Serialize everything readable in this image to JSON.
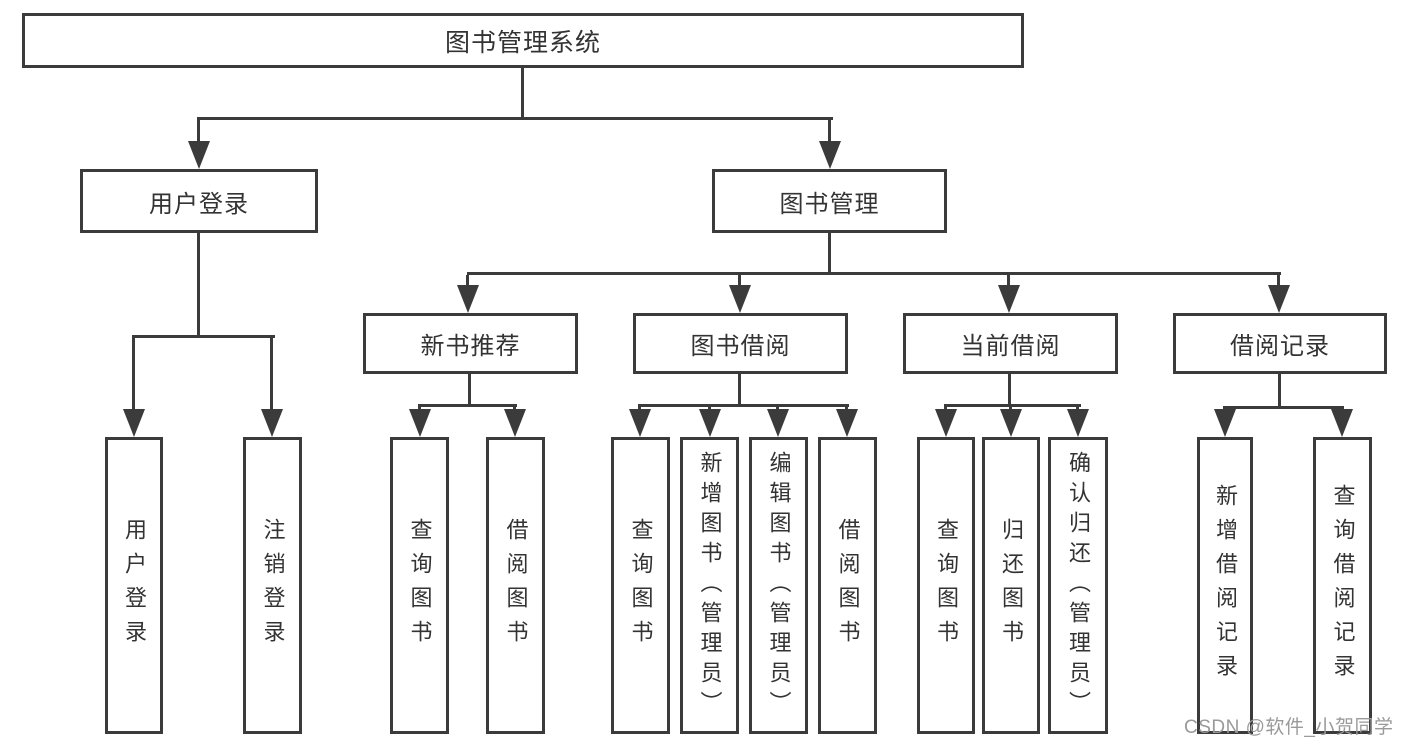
{
  "tree": {
    "label": "图书管理系统",
    "children": [
      {
        "label": "用户登录",
        "children": [
          {
            "label": "用户登录"
          },
          {
            "label": "注销登录"
          }
        ]
      },
      {
        "label": "图书管理",
        "children": [
          {
            "label": "新书推荐",
            "children": [
              {
                "label": "查询图书"
              },
              {
                "label": "借阅图书"
              }
            ]
          },
          {
            "label": "图书借阅",
            "children": [
              {
                "label": "查询图书"
              },
              {
                "label": "新增图书（管理员）"
              },
              {
                "label": "编辑图书（管理员）"
              },
              {
                "label": "借阅图书"
              }
            ]
          },
          {
            "label": "当前借阅",
            "children": [
              {
                "label": "查询图书"
              },
              {
                "label": "归还图书"
              },
              {
                "label": "确认归还（管理员）"
              }
            ]
          },
          {
            "label": "借阅记录",
            "children": [
              {
                "label": "新增借阅记录"
              },
              {
                "label": "查询借阅记录"
              }
            ]
          }
        ]
      }
    ]
  },
  "watermark": {
    "text": "CSDN @软件_小贺同学"
  },
  "colors": {
    "line": "#3b3b3b",
    "text": "#333333",
    "watermark": "#9a9a9a",
    "background": "#ffffff"
  }
}
